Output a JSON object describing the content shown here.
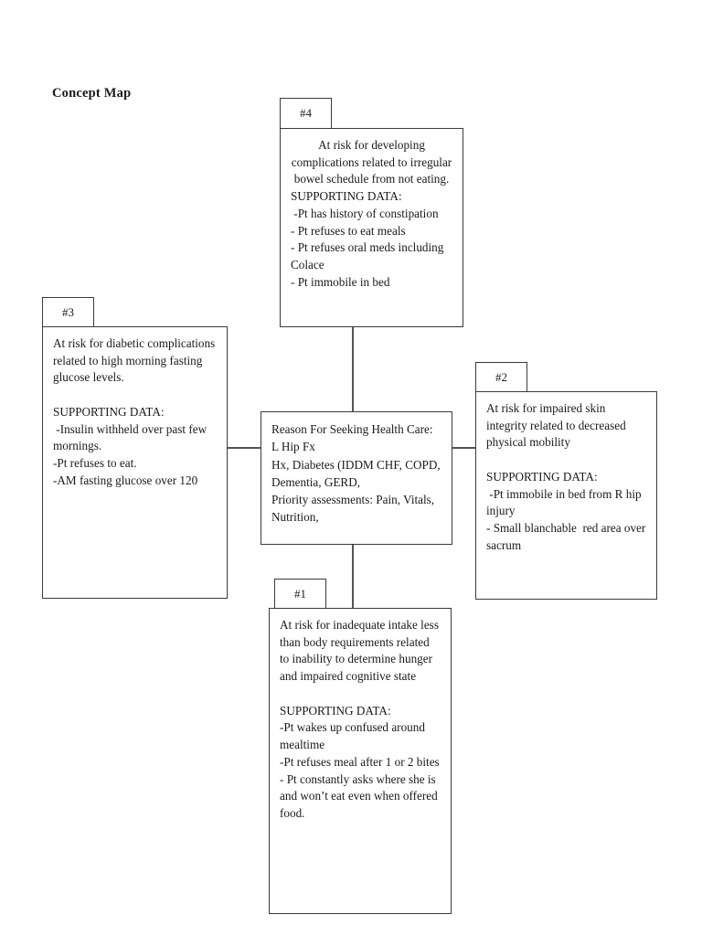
{
  "title": "Concept Map",
  "center_node": {
    "name": "reason-for-seeking-health-care",
    "text": "Reason For Seeking Health Care:\nL Hip Fx\nHx, Diabetes (IDDM CHF, COPD, Dementia, GERD,\nPriority assessments: Pain, Vitals, Nutrition,"
  },
  "nodes": [
    {
      "tab": "#4",
      "name": "node-4-bowel-complications",
      "heading": "At risk for developing complications related to irregular bowel schedule from not eating.",
      "supporting_label": "SUPPORTING DATA:",
      "supporting_items": [
        " -Pt has history of constipation",
        "- Pt refuses to eat meals",
        "- Pt refuses oral meds including Colace",
        "- Pt immobile in bed"
      ]
    },
    {
      "tab": "#3",
      "name": "node-3-diabetic-complications",
      "heading": "At risk for diabetic complications related to high morning fasting glucose levels.",
      "supporting_label": "SUPPORTING DATA:",
      "supporting_items": [
        " -Insulin withheld over past few mornings.",
        "-Pt refuses to eat.",
        "-AM fasting glucose over 120"
      ]
    },
    {
      "tab": "#2",
      "name": "node-2-impaired-skin-integrity",
      "heading": "At risk for impaired skin integrity related to decreased physical mobility",
      "supporting_label": "SUPPORTING DATA:",
      "supporting_items": [
        " -Pt immobile in bed from R hip injury",
        "- Small blanchable  red area over sacrum"
      ]
    },
    {
      "tab": "#1",
      "name": "node-1-inadequate-intake",
      "heading": "At risk for inadequate intake less than body requirements related to inability to determine hunger and impaired cognitive state",
      "supporting_label": "SUPPORTING DATA:",
      "supporting_items": [
        "-Pt wakes up confused around mealtime",
        "-Pt refuses meal after 1 or 2 bites",
        "- Pt constantly asks where she is and won’t eat even when offered food."
      ]
    }
  ],
  "colors": {
    "border": "#3a3a3a",
    "connector": "#555555",
    "background": "#ffffff",
    "text": "#1a1a1a"
  }
}
